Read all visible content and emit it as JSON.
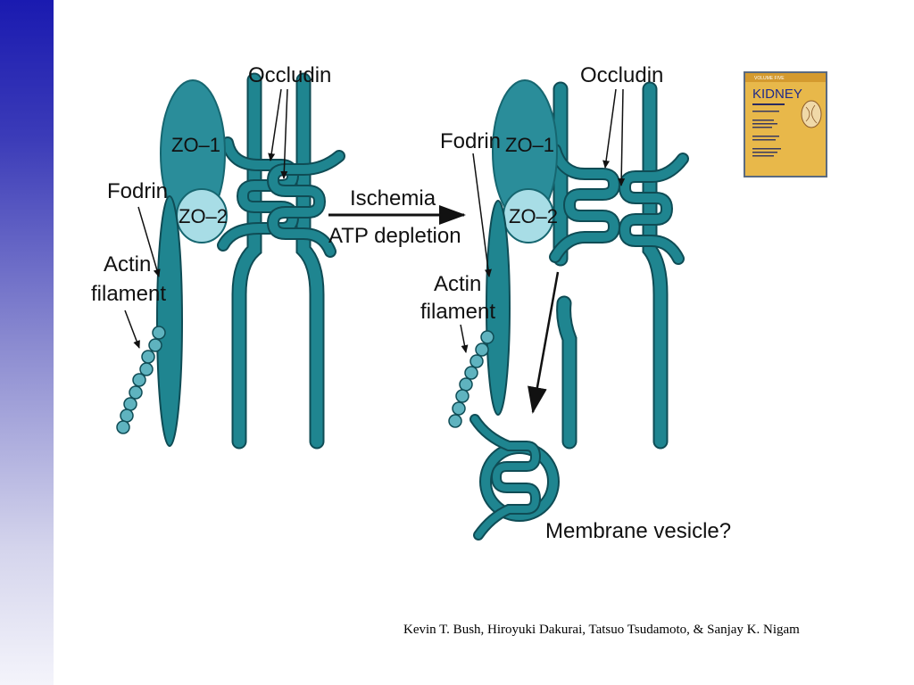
{
  "diagram": {
    "before": {
      "occludin": "Occludin",
      "zo1": "ZO–1",
      "zo2": "ZO–2",
      "fodrin": "Fodrin",
      "actin_line1": "Actin",
      "actin_line2": "filament"
    },
    "arrow_top": "Ischemia",
    "arrow_bottom": "ATP depletion",
    "after": {
      "occludin": "Occludin",
      "zo1": "ZO–1",
      "zo2": "ZO–2",
      "fodrin": "Fodrin",
      "actin_line1": "Actin",
      "actin_line2": "filament",
      "vesicle": "Membrane vesicle?"
    }
  },
  "book": {
    "header": "VOLUME FIVE",
    "title": "KIDNEY"
  },
  "credit": "Kevin T. Bush, Hiroyuki Dakurai, Tatsuo Tsudamoto, & Sanjay K. Nigam",
  "colors": {
    "membrane": "#1f7f8a",
    "membrane_dark": "#0f4c55",
    "zo": "#2a8d9a",
    "zo2_light": "#a8dde6",
    "sidebar_top": "#1a1ab0"
  }
}
